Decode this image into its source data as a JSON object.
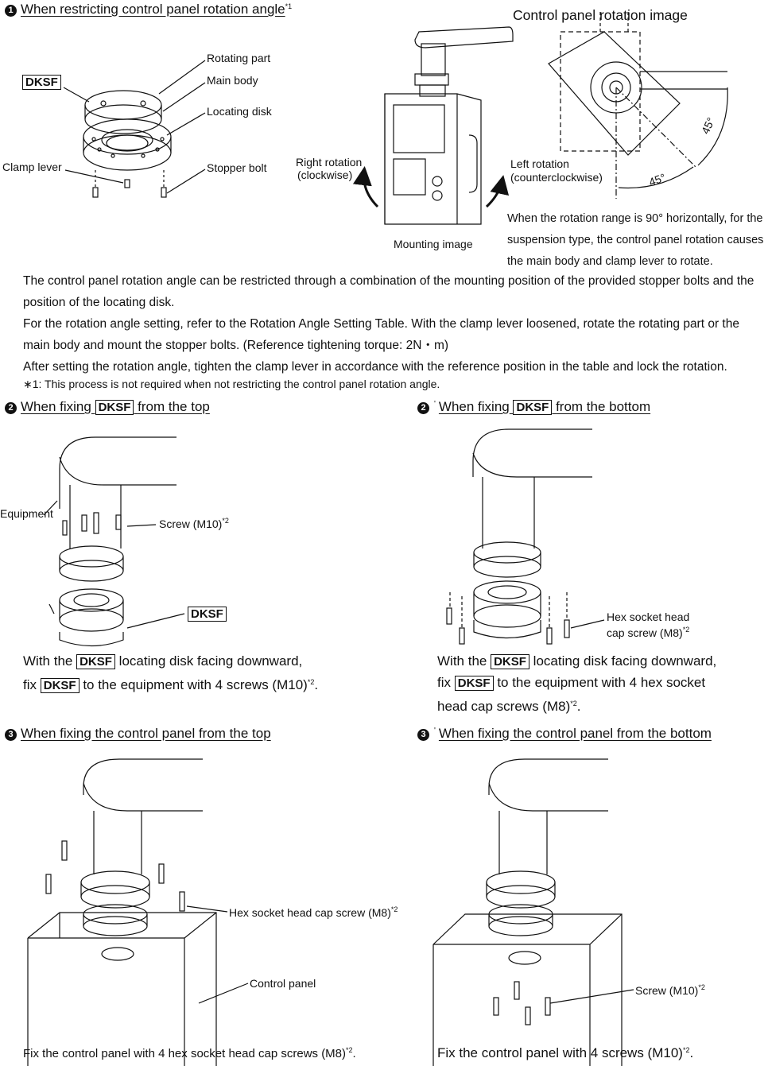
{
  "sec1": {
    "num": "1",
    "title": "When restricting control panel rotation angle",
    "title_sup": "*1",
    "rotation_image_title": "Control panel rotation image",
    "dksf_tag": "DKSF",
    "parts": {
      "rotating_part": "Rotating part",
      "main_body": "Main body",
      "locating_disk": "Locating disk",
      "clamp_lever": "Clamp lever",
      "stopper_bolt": "Stopper bolt"
    },
    "right_rotation": "Right rotation",
    "right_rotation_sub": "(clockwise)",
    "left_rotation": "Left rotation",
    "left_rotation_sub": "(counterclockwise)",
    "mounting_image": "Mounting image",
    "angle_label": "45°",
    "rotation_note": [
      "When the rotation range is 90° horizontally, for the",
      "suspension type, the control panel rotation causes",
      "the main body and clamp lever to rotate."
    ],
    "paragraph": [
      "The control panel rotation angle can be restricted through a combination of the mounting position of the provided stopper bolts and the",
      "position of the locating disk.",
      "For the rotation angle setting, refer to the Rotation Angle Setting Table. With the clamp lever loosened, rotate the rotating part or the",
      "main body and mount the stopper bolts. (Reference tightening torque: 2N・m)",
      "After setting the rotation angle, tighten the clamp lever in accordance with the reference position in the table and lock the rotation."
    ],
    "footnote": "∗1:  This process is not required when not restricting the control panel rotation angle."
  },
  "sec2": {
    "num": "2",
    "title_pre": "When fixing",
    "title_post": "from the top",
    "dksf": "DKSF",
    "equipment": "Equipment",
    "screw": "Screw (M10)",
    "screw_sup": "*2",
    "cap_1a": "With the",
    "cap_1b": "locating disk facing downward,",
    "cap_2a": "fix",
    "cap_2b": "to the equipment with 4 screws (M10)",
    "cap_sup": "*2",
    "cap_end": "."
  },
  "sec2b": {
    "num": "2",
    "prime": "'",
    "title_pre": "When fixing",
    "title_post": "from the bottom",
    "dksf": "DKSF",
    "hex_label_1": "Hex socket head",
    "hex_label_2": "cap screw (M8)",
    "hex_sup": "*2",
    "cap_1a": "With the",
    "cap_1b": "locating disk facing downward,",
    "cap_2a": "fix",
    "cap_2b": "to the equipment with 4 hex socket",
    "cap_3": "head cap screws (M8)",
    "cap_sup": "*2",
    "cap_end": "."
  },
  "sec3": {
    "num": "3",
    "title": "When fixing the control panel from the top",
    "hex_label": "Hex socket head cap screw (M8)",
    "hex_sup": "*2",
    "control_panel": "Control panel",
    "caption": "Fix the control panel with 4 hex socket head cap screws (M8)",
    "caption_sup": "*2",
    "caption_end": "."
  },
  "sec3b": {
    "num": "3",
    "prime": "'",
    "title": "When fixing the control panel from the bottom",
    "screw": "Screw (M10)",
    "screw_sup": "*2",
    "caption": "Fix the control panel with 4 screws (M10)",
    "caption_sup": "*2",
    "caption_end": "."
  }
}
